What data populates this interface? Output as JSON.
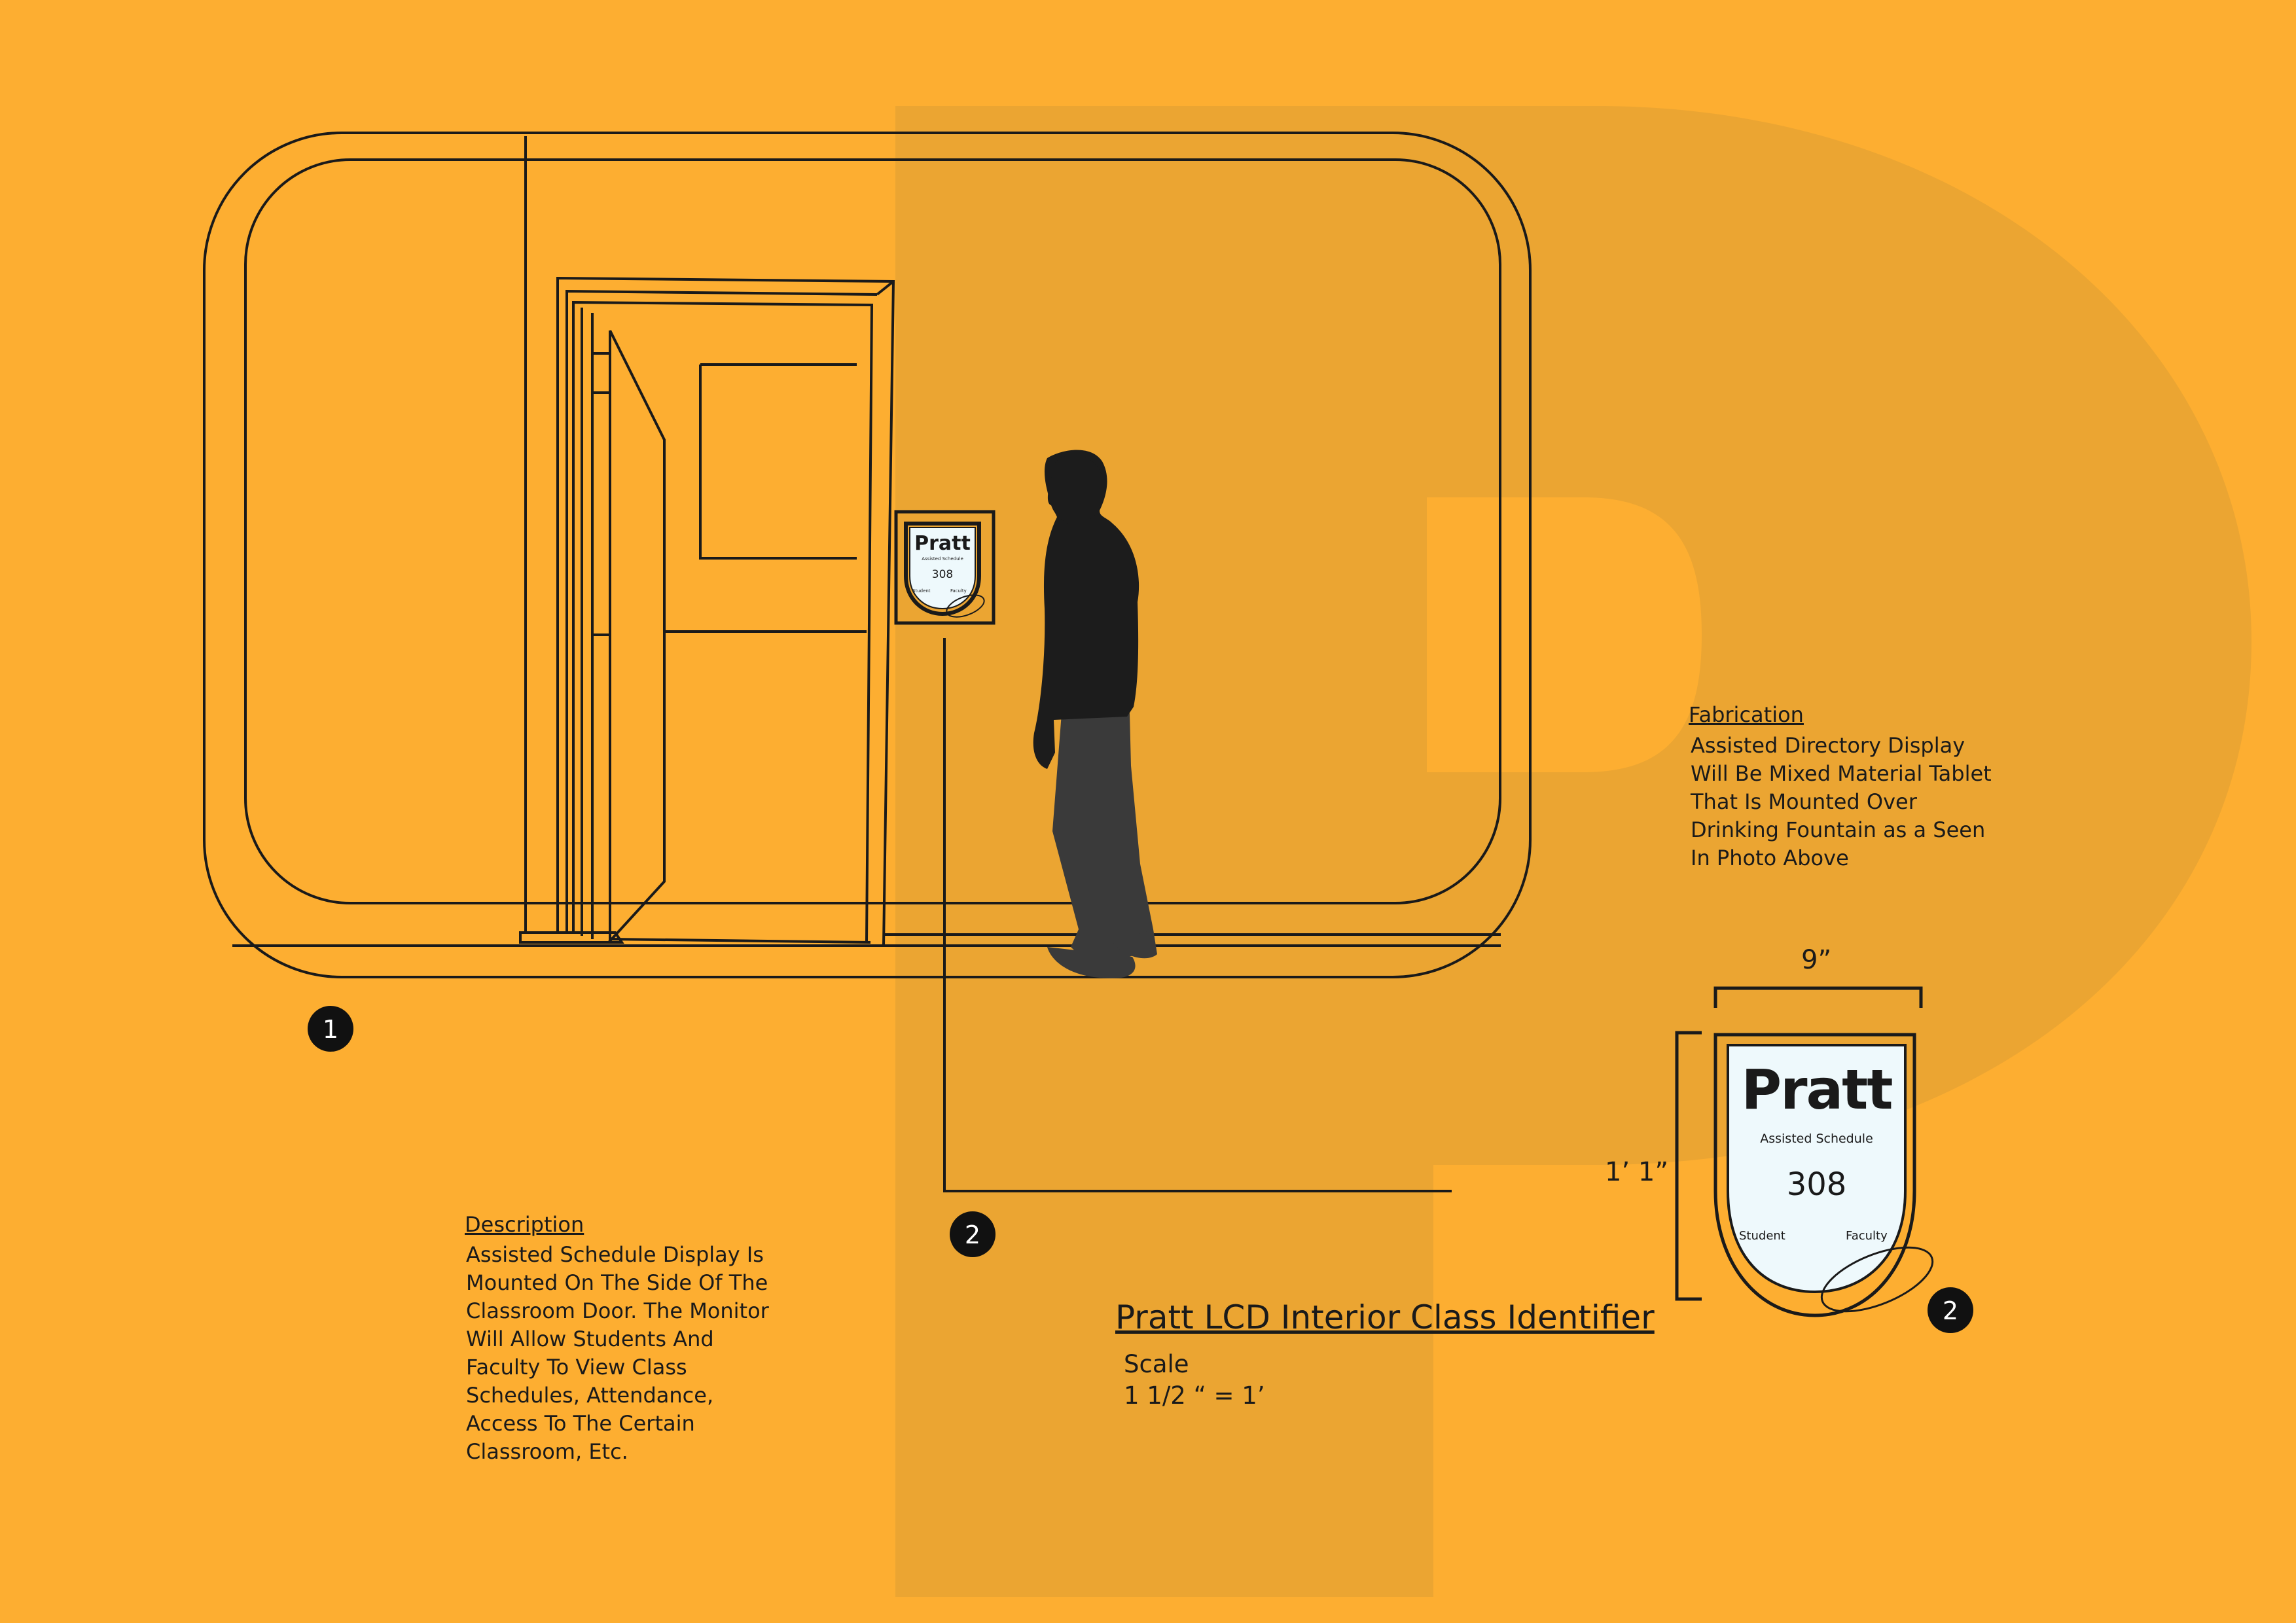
{
  "colors": {
    "background": "#FDAE31",
    "watermark": "#EBA532",
    "line": "#1a1a1a",
    "screen": "#EEF9FC",
    "figure_dark": "#1c1c1c",
    "figure_mid": "#3a3a3a"
  },
  "callouts": {
    "elevation": "1",
    "detail_small": "2",
    "detail_large": "2"
  },
  "fabrication": {
    "heading": "Fabrication",
    "lines": [
      "Assisted Directory Display",
      "Will Be Mixed Material Tablet",
      "That Is Mounted Over",
      "Drinking Fountain as a Seen",
      "In Photo Above"
    ]
  },
  "description": {
    "heading": "Description",
    "lines": [
      "Assisted Schedule Display Is",
      "Mounted On The Side Of The",
      "Classroom Door. The Monitor",
      "Will Allow Students And",
      "Faculty To View Class",
      "Schedules, Attendance,",
      "Access To The Certain",
      "Classroom, Etc."
    ]
  },
  "title": "Pratt LCD Interior Class Identifier",
  "scale": {
    "label": "Scale",
    "value": "1 1/2 “ = 1’"
  },
  "dimensions": {
    "width": "9”",
    "height": "1’ 1”"
  },
  "sign": {
    "logo": "Pratt",
    "subtitle": "Assisted Schedule",
    "room": "308",
    "left_button": "Student",
    "right_button": "Faculty"
  }
}
